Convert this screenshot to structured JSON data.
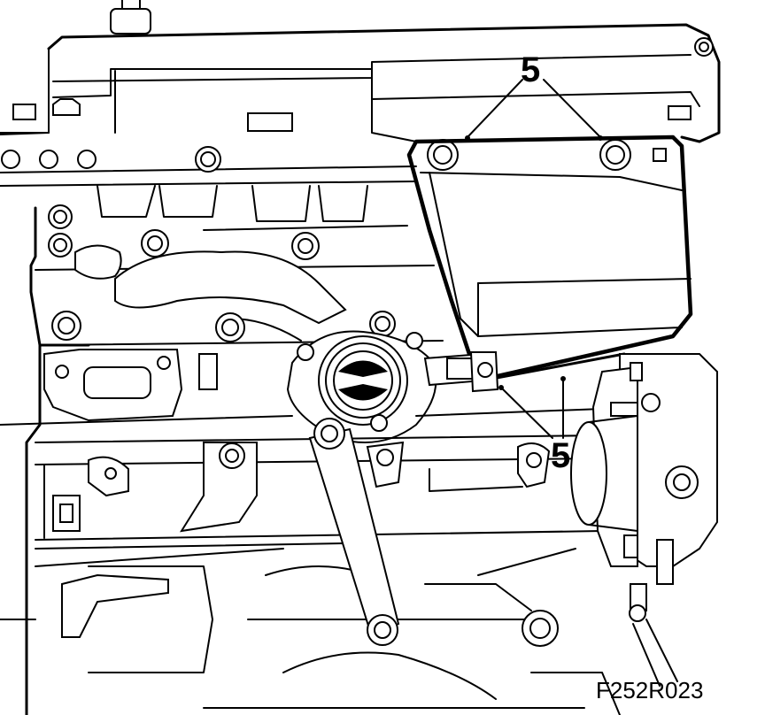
{
  "figure": {
    "id_label": "F252R023",
    "callouts": [
      "5",
      "5"
    ]
  },
  "colors": {
    "line": "#000000",
    "background": "#ffffff"
  }
}
